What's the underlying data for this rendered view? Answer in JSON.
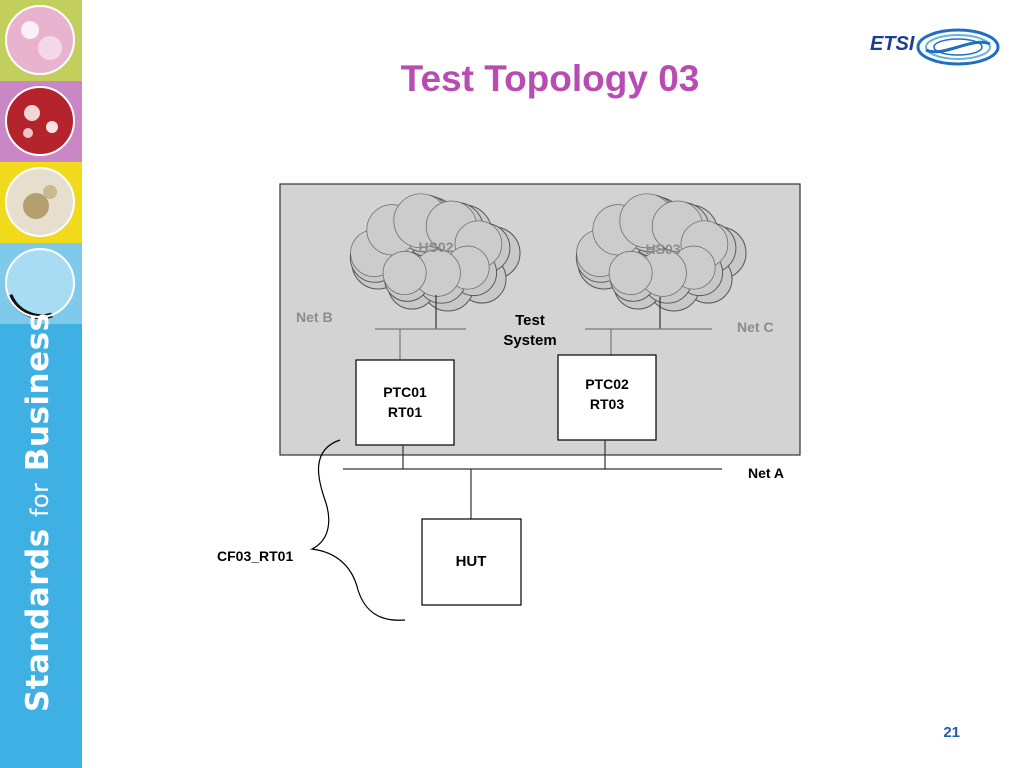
{
  "slide": {
    "title": "Test Topology 03",
    "page_number": "21",
    "brand": {
      "logo_text": "ETSI",
      "standards": "Standards",
      "for": "for",
      "business": "Business"
    }
  },
  "diagram": {
    "test_system_label_1": "Test",
    "test_system_label_2": "System",
    "hs02": "HS02",
    "hs03": "HS03",
    "net_a": "Net A",
    "net_b": "Net B",
    "net_c": "Net C",
    "ptc01_l1": "PTC01",
    "ptc01_l2": "RT01",
    "ptc02_l1": "PTC02",
    "ptc02_l2": "RT03",
    "hut": "HUT",
    "cf_label": "CF03_RT01"
  },
  "colors": {
    "title": "#b84cb3",
    "sidebar": "#3fb0e4",
    "test_system_box": "#d3d3d3",
    "cloud": "#c8c8c8",
    "muted_label": "#8c8c8c",
    "page_number": "#1e5fb4"
  }
}
